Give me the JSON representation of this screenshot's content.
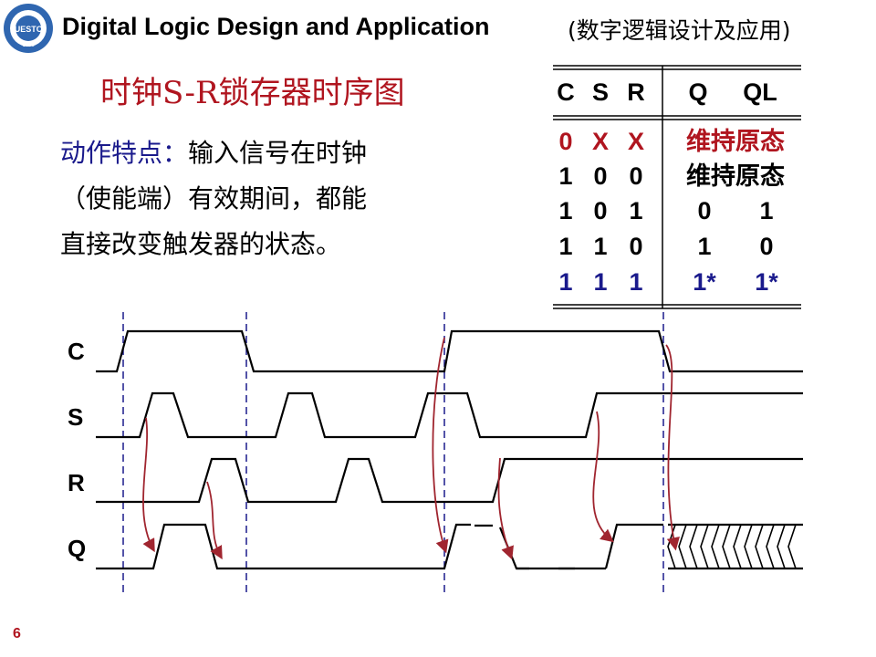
{
  "header": {
    "title": "Digital Logic Design and Application",
    "subtitle": "(数字逻辑设计及应用)"
  },
  "slide": {
    "title": "时钟S-R锁存器时序图",
    "description": {
      "label": "动作特点：",
      "line1_rest": "输入信号在时钟",
      "line2": "（使能端）有效期间，都能",
      "line3": "直接改变触发器的状态。"
    },
    "page_number": "6"
  },
  "truth_table": {
    "headers": {
      "c": "C",
      "s": "S",
      "r": "R",
      "q": "Q",
      "ql": "QL"
    },
    "rows": [
      {
        "c": "0",
        "s": "X",
        "r": "X",
        "out": "维持原态",
        "color": "#b0151f"
      },
      {
        "c": "1",
        "s": "0",
        "r": "0",
        "out": "维持原态",
        "color": "#000000"
      },
      {
        "c": "1",
        "s": "0",
        "r": "1",
        "q": "0",
        "ql": "1",
        "color": "#000000"
      },
      {
        "c": "1",
        "s": "1",
        "r": "0",
        "q": "1",
        "ql": "0",
        "color": "#000000"
      },
      {
        "c": "1",
        "s": "1",
        "r": "1",
        "q": "1*",
        "ql": "1*",
        "color": "#1a1a8c"
      }
    ]
  },
  "timing_diagram": {
    "signals": [
      "C",
      "S",
      "R",
      "Q"
    ]
  },
  "colors": {
    "accent_red": "#b0151f",
    "accent_blue": "#1a1a8c",
    "arrow": "#a0252f",
    "guide": "#1a1a8c"
  },
  "icons": {
    "logo": "university-seal-icon"
  }
}
